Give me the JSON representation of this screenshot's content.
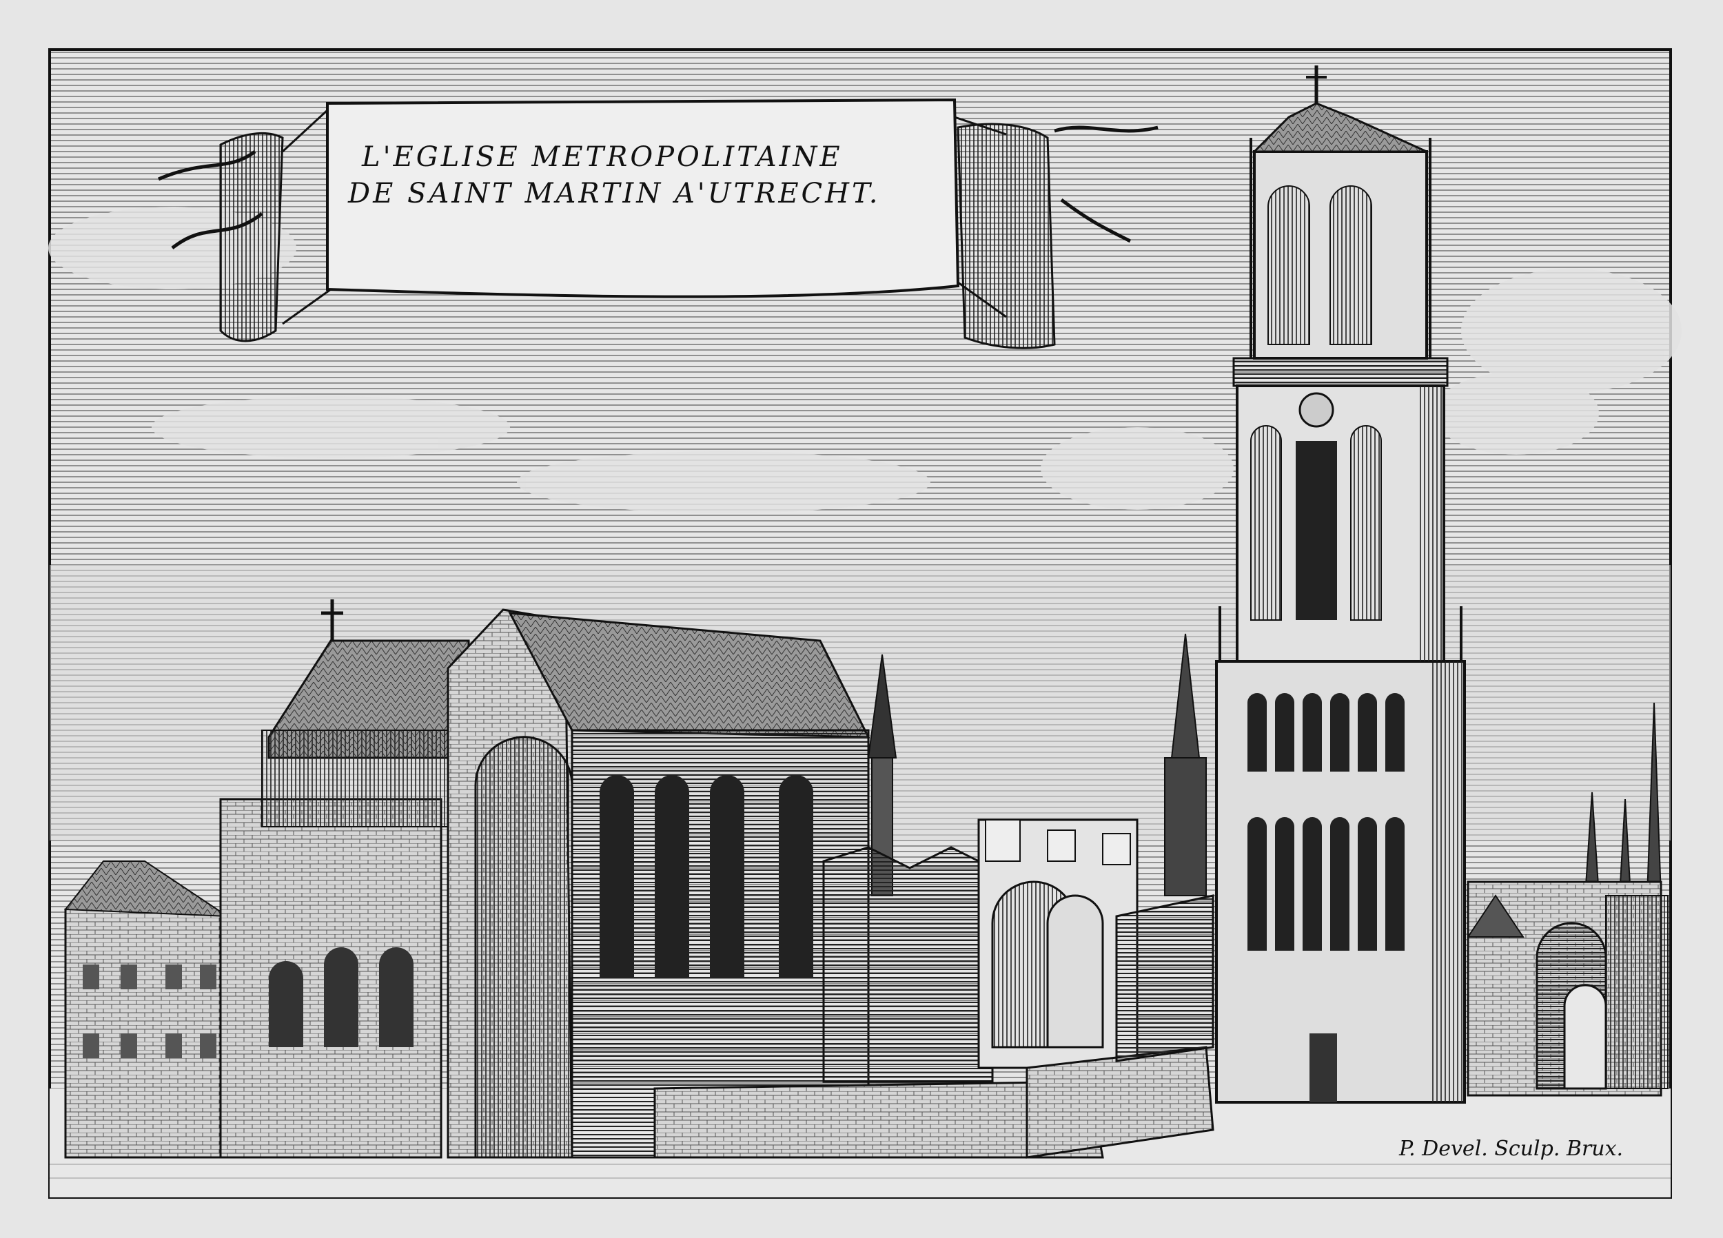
{
  "title": {
    "line1": "L'EGLISE   METROPOLITAINE",
    "line2": "DE SAINT MARTIN A'UTRECHT."
  },
  "signature": "P. Devel. Sculp. Brux.",
  "colors": {
    "ink": "#111111",
    "paper": "#e6e6e6",
    "mid": "#8a8a8a"
  }
}
